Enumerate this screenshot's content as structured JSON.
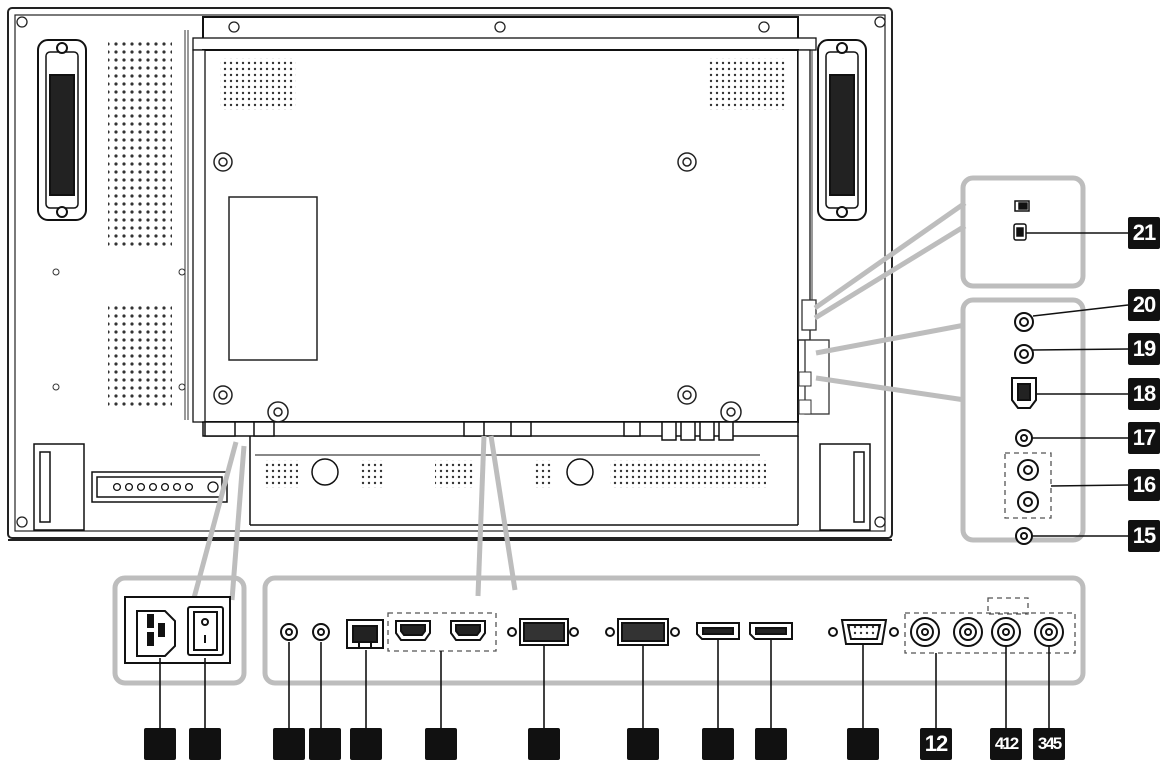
{
  "diagram": {
    "callouts": {
      "c1": "",
      "c2": "",
      "c3": "",
      "c4": "",
      "c5": "",
      "c6": "",
      "c7": "",
      "c8": "",
      "c9": "",
      "c10": "",
      "c11": "",
      "c12": "12",
      "c13": "412",
      "c14": "345",
      "c15": "15",
      "c16": "16",
      "c17": "17",
      "c18": "18",
      "c19": "19",
      "c20": "20",
      "c21": "21"
    }
  }
}
